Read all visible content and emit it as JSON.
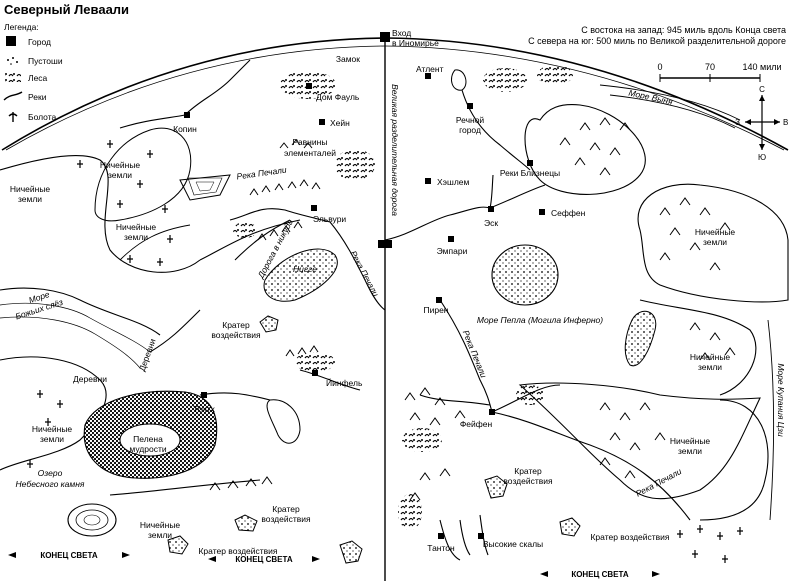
{
  "title": "Северный Леваали",
  "legend": {
    "heading": "Легенда:",
    "items": [
      {
        "icon": "city-square-icon",
        "label": "Город"
      },
      {
        "icon": "wasteland-dots-icon",
        "label": "Пустоши"
      },
      {
        "icon": "forest-icon",
        "label": "Леса"
      },
      {
        "icon": "river-line-icon",
        "label": "Реки"
      },
      {
        "icon": "swamp-icon",
        "label": "Болота"
      }
    ]
  },
  "scale_notes": {
    "east_west": "С востока на запад: 945 миль вдоль Конца света",
    "north_south": "С севера на юг: 500 миль по Великой разделительной дороге"
  },
  "scale_bar": {
    "ticks": [
      "0",
      "70",
      "140 мили"
    ]
  },
  "compass": {
    "n": "С",
    "s": "Ю",
    "w": "З",
    "e": "В"
  },
  "cities": {
    "kopin": "Копин",
    "dom_faul": "Дом Фауль",
    "hein": "Хейн",
    "elvuri": "Эльвури",
    "tsitkh": "Тситх",
    "yinfel": "Йинфель",
    "atlent": "Атлент",
    "rechnoy_gorod": "Речной город",
    "reki_bliznetsy": "Реки Близнецы",
    "kheshlem": "Хэшлем",
    "esk": "Эск",
    "seffen": "Сеффен",
    "empari": "Эмпари",
    "piren": "Пирен",
    "feifen": "Фейфен",
    "tanton": "Тантон",
    "vysokie_skaly": "Высокие скалы"
  },
  "places": {
    "zamok": "Замок",
    "vkhod": "Вход",
    "v_inomirye": "в Иномирье",
    "ravniny": "Равнины",
    "elementaley": "элементалей",
    "wasteland_nw1_a": "Ничейные",
    "wasteland_nw1_b": "земли",
    "wasteland_nw2_a": "Ничейные",
    "wasteland_nw2_b": "земли",
    "wasteland_w_a": "Ничейные",
    "wasteland_w_b": "земли",
    "wasteland_sw_a": "Ничейные",
    "wasteland_sw_b": "земли",
    "wasteland_s_a": "Ничейные",
    "wasteland_s_b": "земли",
    "wasteland_e1_a": "Ничейные",
    "wasteland_e1_b": "земли",
    "wasteland_e2_a": "Ничейные",
    "wasteland_e2_b": "земли",
    "wasteland_e3_a": "Ничейные",
    "wasteland_e3_b": "земли",
    "more_bozhyikh_a": "Море",
    "more_bozhyikh_b": "Божьих слёз",
    "derevni_1": "Деревни",
    "derevni_2": "Деревни",
    "krater_1_a": "Кратер",
    "krater_1_b": "воздействия",
    "krater_2_a": "Кратер",
    "krater_2_b": "воздействия",
    "krater_3": "Кратер воздействия",
    "krater_4_a": "Кратер",
    "krater_4_b": "воздействия",
    "krater_5": "Кратер воздействия",
    "pelena_a": "Пелена",
    "pelena_b": "мудрости",
    "ozero_a": "Озеро",
    "ozero_b": "Небесного камня",
    "nigge": "Нигге",
    "more_pepla": "Море Пепла (Могила Инферно)",
    "more_vyna": "Море Выня",
    "more_kupaniya": "Море Купания Цзи"
  },
  "rivers": {
    "pechali_nw": "Река Печали",
    "pechali_mid": "Река Печали",
    "pechali_c": "Река Печали",
    "pechali_se": "Река Печали"
  },
  "roads": {
    "great_divide": "Великая разделительная дорога",
    "to_nowhere": "Дорога в никуда"
  },
  "edges": {
    "left": "КОНЕЦ СВЕТА",
    "middle": "КОНЕЦ СВЕТА",
    "right": "КОНЕЦ СВЕТА"
  }
}
